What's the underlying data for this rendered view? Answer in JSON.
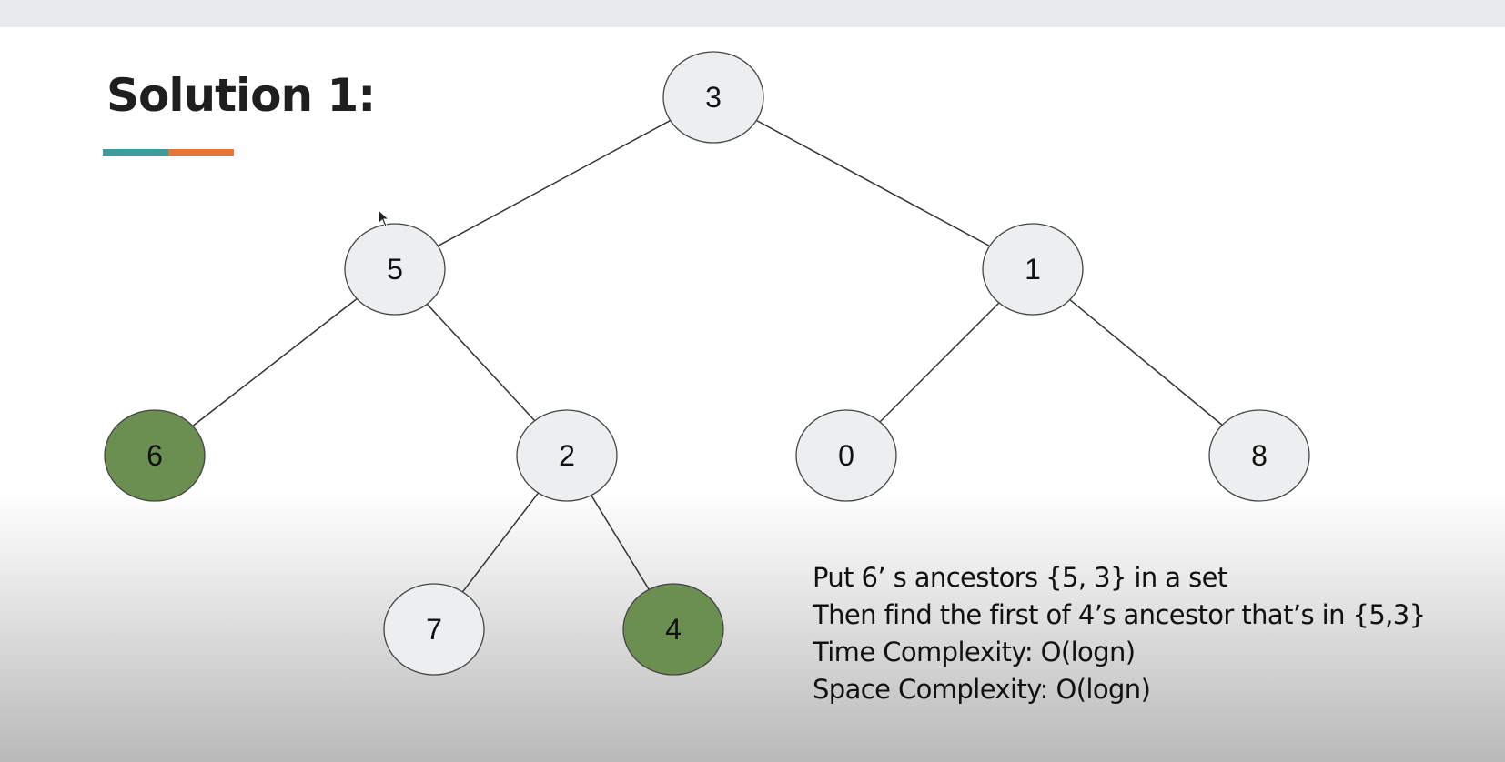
{
  "title": "Solution 1:",
  "colors": {
    "accent_teal": "#3d9b9b",
    "accent_orange": "#e3773a",
    "node_fill": "#eceef0",
    "highlight_fill": "#6a8f51",
    "edge": "#333333"
  },
  "tree": {
    "nodes": [
      {
        "id": "n3",
        "label": "3",
        "highlighted": false
      },
      {
        "id": "n5",
        "label": "5",
        "highlighted": false
      },
      {
        "id": "n1",
        "label": "1",
        "highlighted": false
      },
      {
        "id": "n6",
        "label": "6",
        "highlighted": true
      },
      {
        "id": "n2",
        "label": "2",
        "highlighted": false
      },
      {
        "id": "n0",
        "label": "0",
        "highlighted": false
      },
      {
        "id": "n8",
        "label": "8",
        "highlighted": false
      },
      {
        "id": "n7",
        "label": "7",
        "highlighted": false
      },
      {
        "id": "n4",
        "label": "4",
        "highlighted": true
      }
    ],
    "edges": [
      [
        "n3",
        "n5"
      ],
      [
        "n3",
        "n1"
      ],
      [
        "n5",
        "n6"
      ],
      [
        "n5",
        "n2"
      ],
      [
        "n1",
        "n0"
      ],
      [
        "n1",
        "n8"
      ],
      [
        "n2",
        "n7"
      ],
      [
        "n2",
        "n4"
      ]
    ]
  },
  "notes": [
    "Put 6’ s ancestors {5, 3} in a set",
    "Then find the first of 4’s ancestor that’s in {5,3}",
    "Time Complexity: O(logn)",
    "Space Complexity: O(logn)"
  ]
}
